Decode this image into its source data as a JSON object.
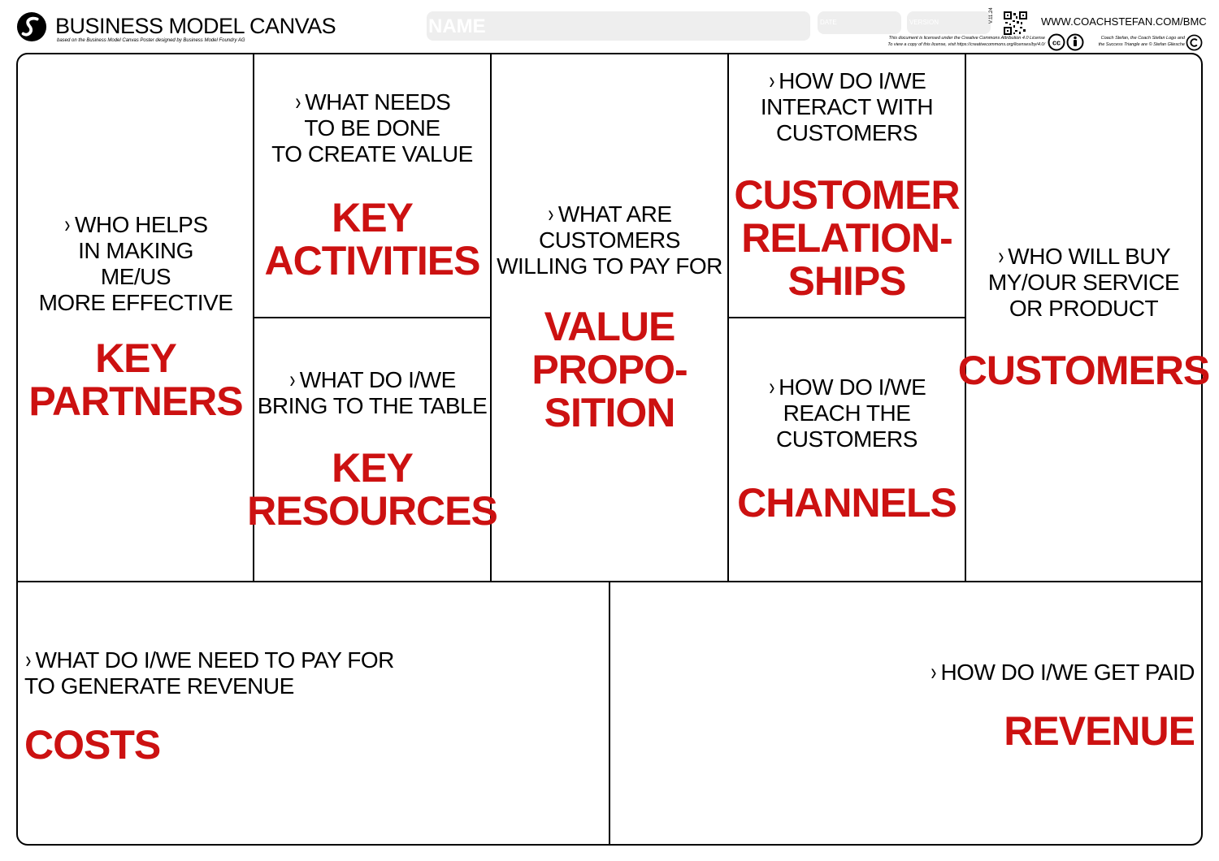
{
  "header": {
    "title": "BUSINESS MODEL CANVAS",
    "subtitle": "based on the Business Model Canvas Poster designed by Business Model Foundry AG",
    "name_placeholder": "NAME",
    "date_placeholder": "DATE",
    "version_placeholder": "VERSION",
    "version_tag": "V.11.24",
    "website": "WWW.COACHSTEFAN.COM/BMC",
    "license_line1": "This document is licensed under the Creative Commons Attribution 4.0 License",
    "license_line2": "To view a copy of this license, visit https://creativecommons.org/licenses/by/4.0/",
    "copyright_line1": "Coach Stefan, the Coach Stefan Logo and",
    "copyright_line2": "the Success Triangle are © Stefan Gliesche"
  },
  "colors": {
    "accent": "#cc1111",
    "border": "#000000",
    "field_bg": "#eeeeee"
  },
  "icons": {
    "logo": "coach-stefan-logo",
    "qr": "qr-code",
    "cc": "creative-commons-icon",
    "by": "attribution-icon",
    "copyright": "copyright-icon",
    "chevron": "›"
  },
  "sections": {
    "key_partners": {
      "question": "WHO HELPS\nIN MAKING\nME/US\nMORE EFFECTIVE",
      "heading": "KEY\nPARTNERS"
    },
    "key_activities": {
      "question": "WHAT NEEDS\nTO BE DONE\nTO CREATE VALUE",
      "heading": "KEY\nACTIVITIES"
    },
    "key_resources": {
      "question": "WHAT DO I/WE\nBRING TO THE TABLE",
      "heading": "KEY\nRESOURCES"
    },
    "value_proposition": {
      "question": "WHAT ARE\nCUSTOMERS\nWILLING TO PAY FOR",
      "heading": "VALUE\nPROPO-\nSITION"
    },
    "customer_relationships": {
      "question": "HOW DO I/WE\nINTERACT WITH\nCUSTOMERS",
      "heading": "CUSTOMER\nRELATION-\nSHIPS"
    },
    "channels": {
      "question": "HOW DO I/WE\nREACH THE\nCUSTOMERS",
      "heading": "CHANNELS"
    },
    "customers": {
      "question": "WHO WILL BUY\nMY/OUR SERVICE\nOR PRODUCT",
      "heading": "CUSTOMERS"
    },
    "costs": {
      "question": "WHAT DO I/WE NEED TO PAY FOR\nTO GENERATE REVENUE",
      "heading": "COSTS"
    },
    "revenue": {
      "question": "HOW DO I/WE GET PAID",
      "heading": "REVENUE"
    }
  }
}
